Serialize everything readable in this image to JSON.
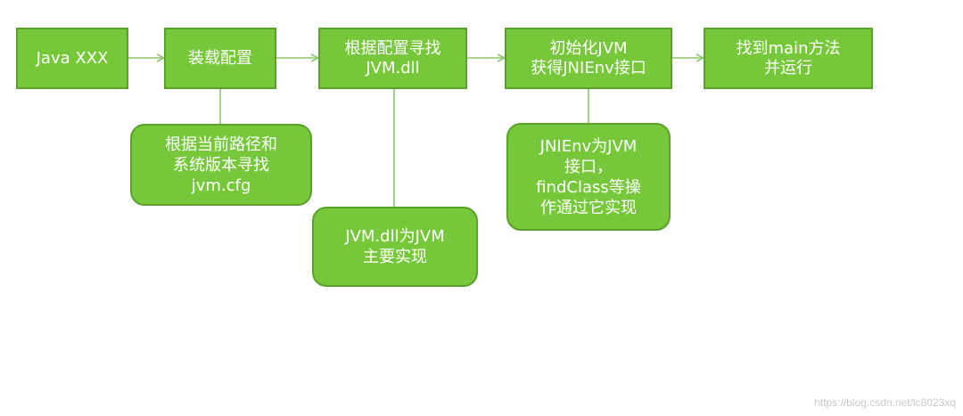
{
  "steps": [
    {
      "label": "Java XXX"
    },
    {
      "label": "装载配置"
    },
    {
      "label": "根据配置寻找\nJVM.dll"
    },
    {
      "label": "初始化JVM\n获得JNIEnv接口"
    },
    {
      "label": "找到main方法\n并运行"
    }
  ],
  "notes": [
    {
      "label": "根据当前路径和\n系统版本寻找\njvm.cfg"
    },
    {
      "label": "JVM.dll为JVM\n主要实现"
    },
    {
      "label": "JNIEnv为JVM\n接口，\nfindClass等操\n作通过它实现"
    }
  ],
  "watermark": "https://blog.csdn.net/lc8023xq",
  "colors": {
    "box_fill": "#76c83a",
    "box_border": "#5aa02a",
    "connector": "#8fc66a",
    "text": "#ffffff"
  }
}
